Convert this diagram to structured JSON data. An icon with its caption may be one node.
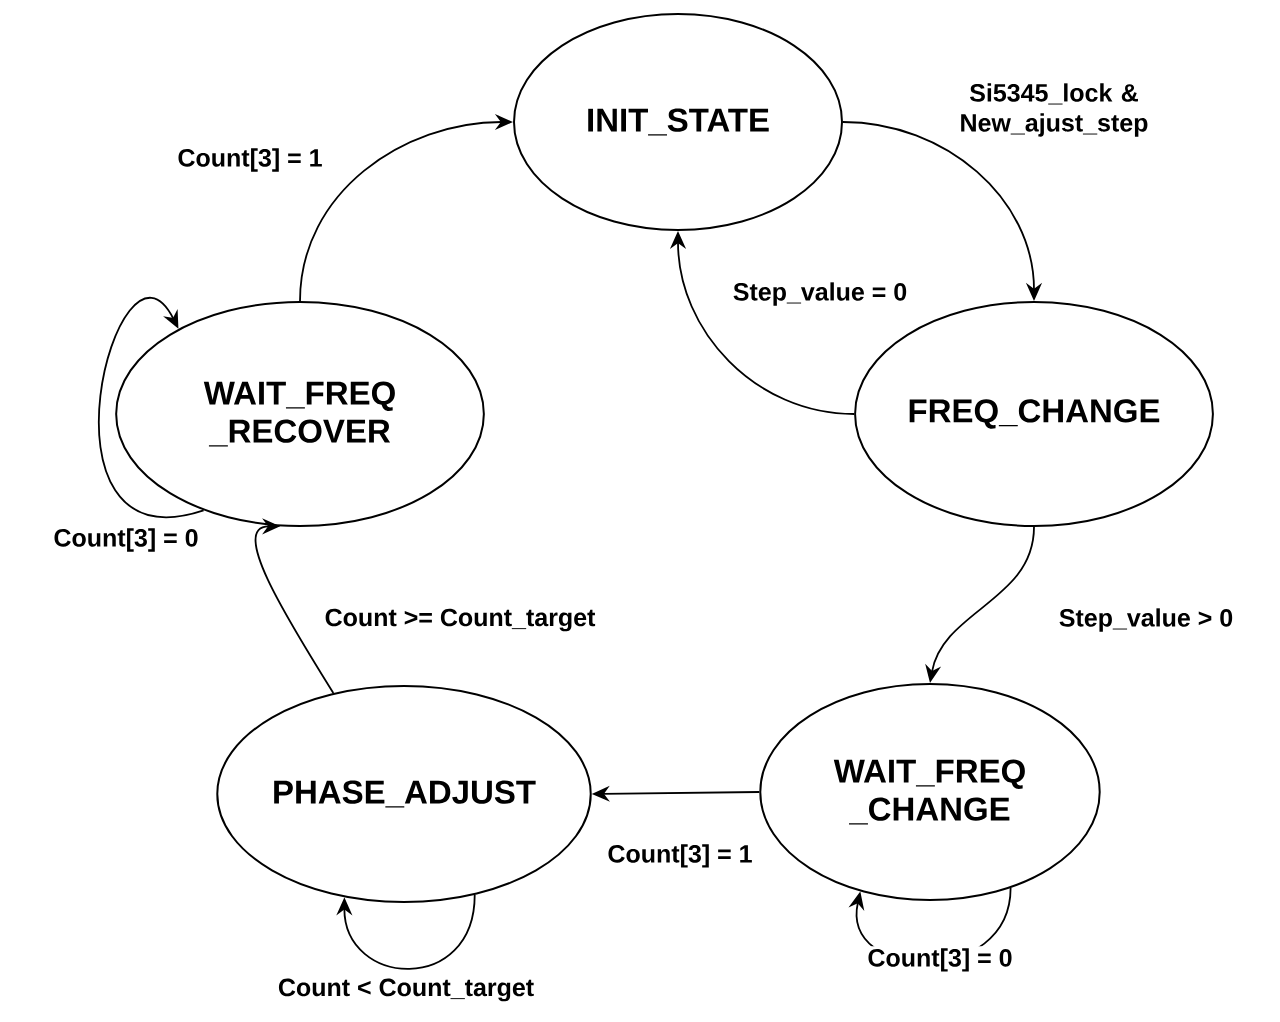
{
  "diagram": {
    "nodes": [
      {
        "text": [
          "INIT_STATE"
        ]
      },
      {
        "text": [
          "FREQ_CHANGE"
        ]
      },
      {
        "text": [
          "WAIT_FREQ _CHANGE"
        ]
      },
      {
        "text": [
          "PHASE_ADJUST"
        ]
      },
      {
        "text": [
          "WAIT_FREQ _RECOVER"
        ]
      }
    ],
    "edges": [
      {
        "from": 0,
        "to": 1,
        "arrow": "to",
        "label": "Si5345_lock & New_ajust_step"
      },
      {
        "from": 1,
        "to": 0,
        "arrow": "to",
        "label": "Step_value = 0"
      },
      {
        "from": 1,
        "to": 2,
        "arrow": "to",
        "label": "Step_value > 0"
      },
      {
        "from": 2,
        "to": 3,
        "arrow": "to",
        "label": "Count[3] = 1"
      },
      {
        "from": 2,
        "to": 2,
        "arrow": "to",
        "label": "Count[3] = 0"
      },
      {
        "from": 3,
        "to": 3,
        "arrow": "to",
        "label": "Count < Count_target"
      },
      {
        "from": 3,
        "to": 4,
        "arrow": "to",
        "label": "Count >= Count_target"
      },
      {
        "from": 4,
        "to": 4,
        "arrow": "to",
        "label": "Count[3] = 0"
      },
      {
        "from": 4,
        "to": 0,
        "arrow": "to",
        "label": "Count[3] = 1"
      }
    ]
  }
}
